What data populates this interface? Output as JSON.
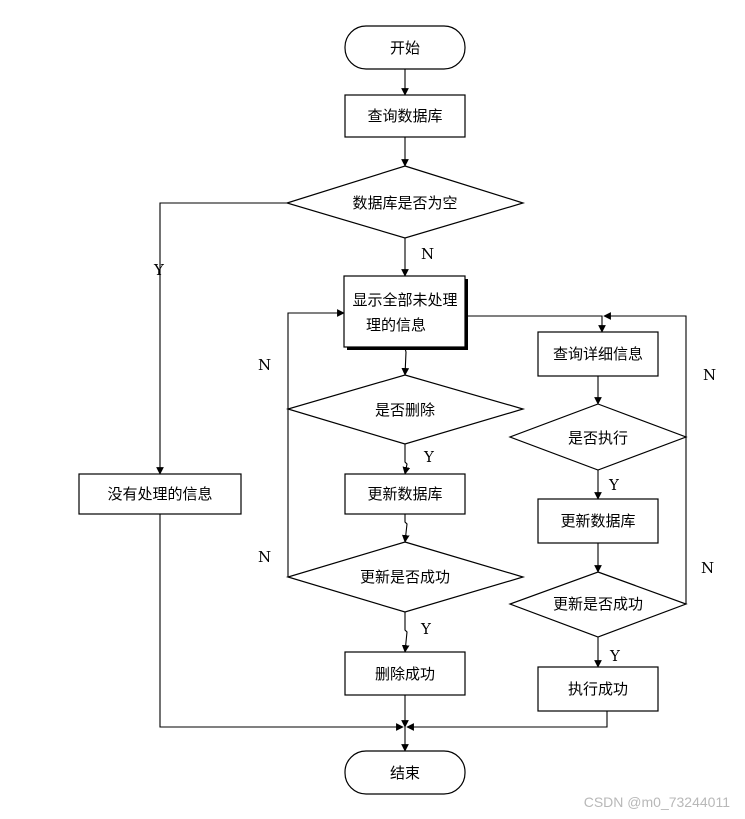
{
  "nodes": {
    "start": "开始",
    "query_db": "查询数据库",
    "db_empty": "数据库是否为空",
    "no_pending": "没有处理的信息",
    "show_all_line1": "显示全部未处理",
    "show_all_line2": "理的信息",
    "is_delete": "是否删除",
    "update_db_left": "更新数据库",
    "update_ok_left": "更新是否成功",
    "delete_ok": "删除成功",
    "query_detail": "查询详细信息",
    "is_execute": "是否执行",
    "update_db_right": "更新数据库",
    "update_ok_right": "更新是否成功",
    "execute_ok": "执行成功",
    "end": "结束"
  },
  "edge_labels": {
    "db_empty_yes": "Y",
    "db_empty_no": "N",
    "is_delete_no": "N",
    "is_delete_yes": "Y",
    "update_left_no": "N",
    "update_left_yes": "Y",
    "is_execute_no": "N",
    "is_execute_yes": "Y",
    "update_right_no": "N",
    "update_right_yes": "Y"
  },
  "watermark": "CSDN @m0_73244011"
}
